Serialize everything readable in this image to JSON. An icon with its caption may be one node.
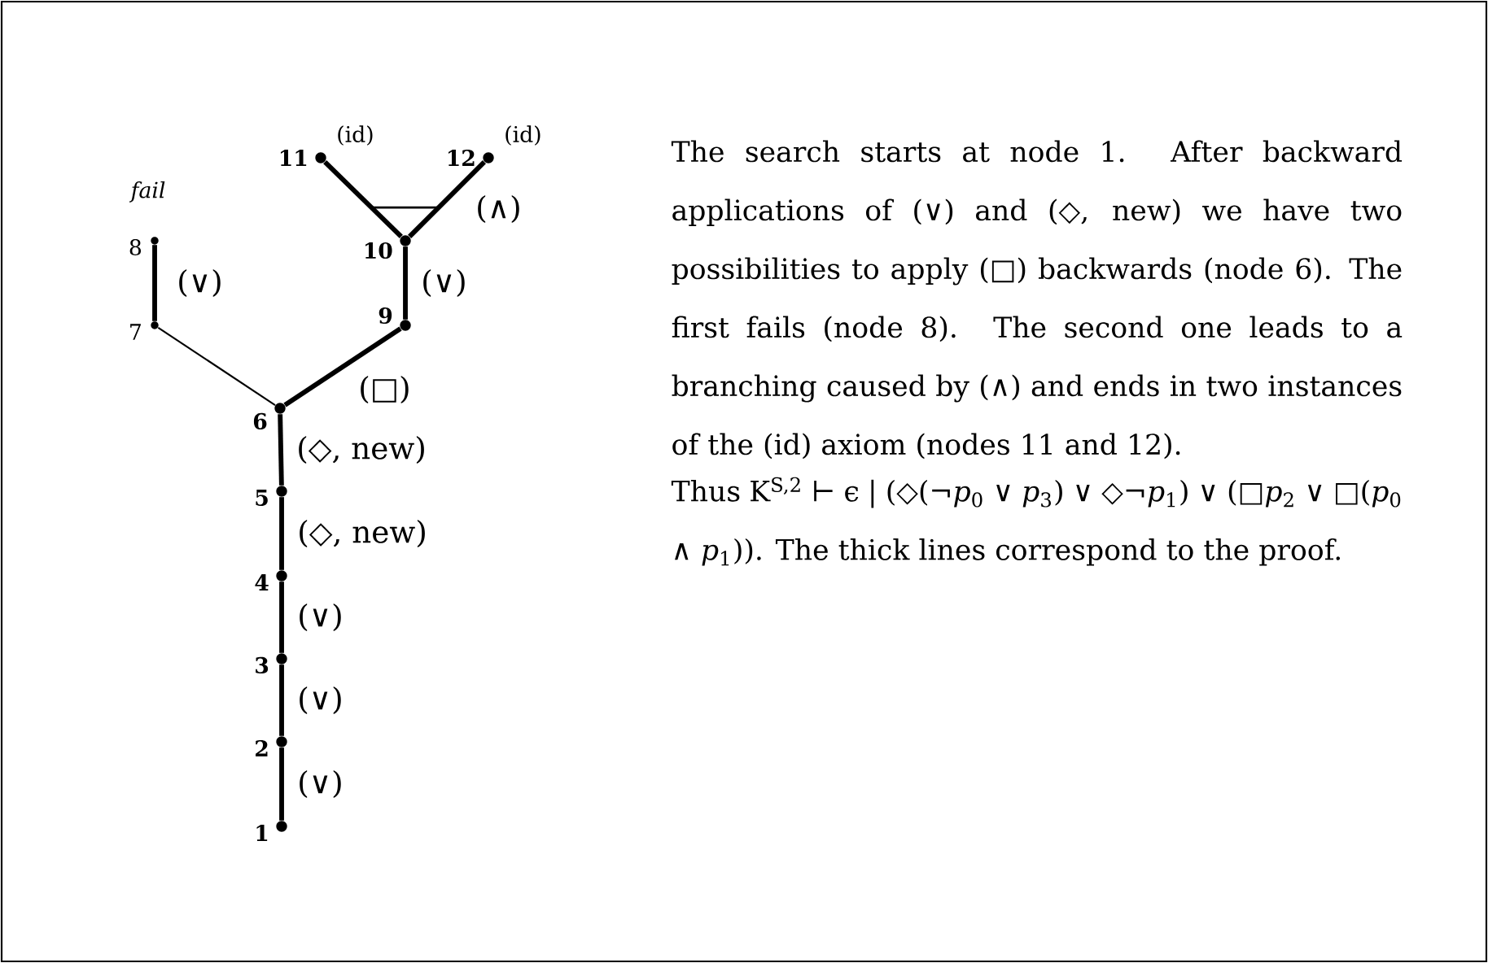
{
  "diagram": {
    "nodes": [
      {
        "text": [
          "1"
        ]
      },
      {
        "text": [
          "2"
        ]
      },
      {
        "text": [
          "3"
        ]
      },
      {
        "text": [
          "4"
        ]
      },
      {
        "text": [
          "5"
        ]
      },
      {
        "text": [
          "6"
        ]
      },
      {
        "text": [
          "7"
        ]
      },
      {
        "text": [
          "8"
        ],
        "beside": [
          "fail"
        ]
      },
      {
        "text": [
          "9"
        ]
      },
      {
        "text": [
          "10"
        ]
      },
      {
        "text": [
          "11"
        ],
        "beside": [
          "(id)"
        ]
      },
      {
        "text": [
          "12"
        ],
        "beside": [
          "(id)"
        ]
      }
    ],
    "edges": [
      {
        "from": 0,
        "to": 1,
        "arrow": "none",
        "label": "(∨)"
      },
      {
        "from": 1,
        "to": 2,
        "arrow": "none",
        "label": "(∨)"
      },
      {
        "from": 2,
        "to": 3,
        "arrow": "none",
        "label": "(∨)"
      },
      {
        "from": 3,
        "to": 4,
        "arrow": "none",
        "label": "(◇, new)"
      },
      {
        "from": 4,
        "to": 5,
        "arrow": "none",
        "label": "(◇, new)"
      },
      {
        "from": 5,
        "to": 6,
        "arrow": "none"
      },
      {
        "from": 6,
        "to": 7,
        "arrow": "none",
        "label": "(∨)"
      },
      {
        "from": 5,
        "to": 8,
        "arrow": "none",
        "label": "(□)"
      },
      {
        "from": 8,
        "to": 9,
        "arrow": "none",
        "label": "(∨)"
      },
      {
        "from": 9,
        "to": 10,
        "arrow": "none"
      },
      {
        "from": 9,
        "to": 11,
        "arrow": "none",
        "label": "(∧)"
      }
    ],
    "labels": [
      "The search starts at node 1. After backward applications of (∨) and (◇, new) we have two possibilities to apply (□) backwards (node 6). The first fails (node 8). The second one leads to a branching caused by (∧) and ends in two instances of the (id) axiom (nodes 11 and 12).",
      "Thus K$^{S,2}$ ⊢ ϵ | (◇(¬*p*$_{0}$ ∨ *p*$_{3}$) ∨ ◇¬*p*$_{1}$) ∨ (□*p*$_{2}$ ∨ □(*p*$_{0}$ ∧ *p*$_{1}$)). The thick lines correspond to the proof."
    ]
  }
}
